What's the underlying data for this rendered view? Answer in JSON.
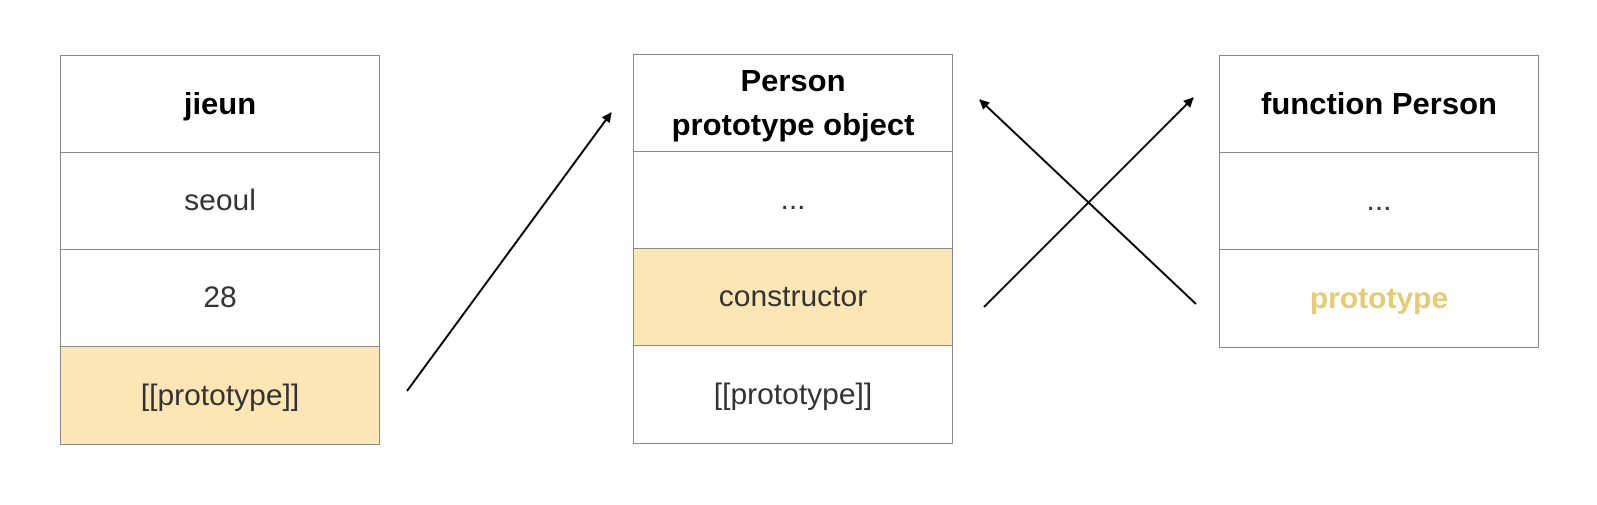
{
  "jieun": {
    "title": "jieun",
    "rows": [
      "seoul",
      "28",
      "[[prototype]]"
    ]
  },
  "person_prototype": {
    "title_line1": "Person",
    "title_line2": "prototype object",
    "rows": [
      "...",
      "constructor",
      "[[prototype]]"
    ]
  },
  "function_person": {
    "title": "function Person",
    "rows": [
      "...",
      "prototype"
    ]
  },
  "colors": {
    "highlight_fill": "#fce6b4",
    "prototype_text": "#e3cc71",
    "border": "#8a8a8a",
    "arrow": "#000000"
  }
}
